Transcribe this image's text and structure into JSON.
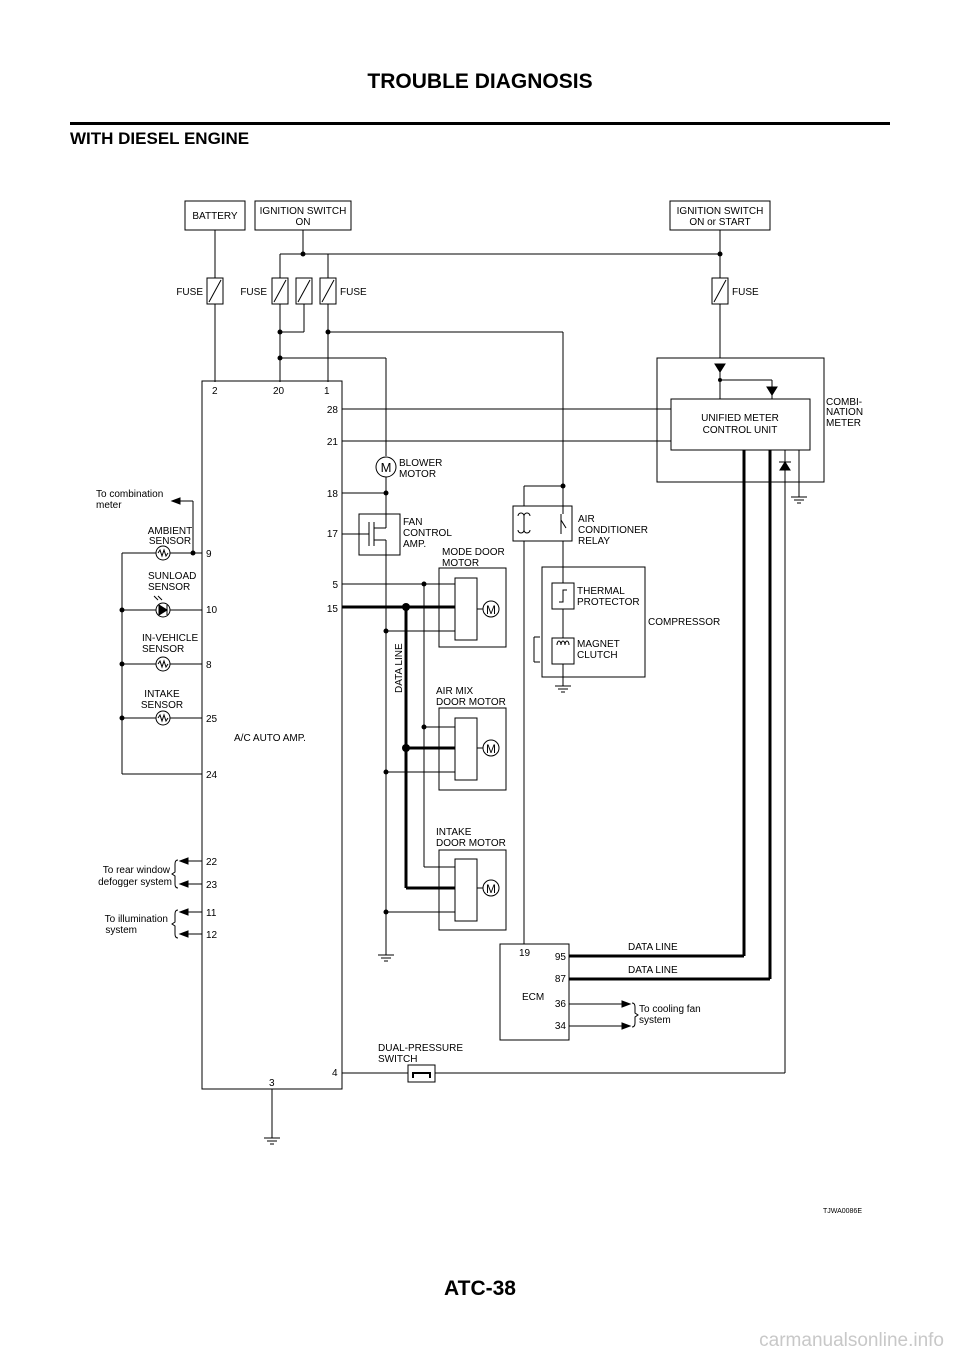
{
  "header": {
    "title": "TROUBLE DIAGNOSIS",
    "section": "WITH DIESEL ENGINE",
    "page": "ATC-38"
  },
  "watermark": "carmanualsonline.info",
  "figure_id": "TJWA0086E",
  "power": {
    "battery": "BATTERY",
    "ign_on_1": "IGNITION SWITCH",
    "ign_on_2": "ON",
    "ign_start_1": "IGNITION SWITCH",
    "ign_start_2": "ON or START",
    "fuse": "FUSE"
  },
  "amp": {
    "label": "A/C AUTO AMP.",
    "pins": {
      "p2": "2",
      "p20": "20",
      "p1": "1",
      "p28": "28",
      "p21": "21",
      "p18": "18",
      "p17": "17",
      "p5": "5",
      "p15": "15",
      "p9": "9",
      "p10": "10",
      "p8": "8",
      "p25": "25",
      "p24": "24",
      "p22": "22",
      "p23": "23",
      "p11": "11",
      "p12": "12",
      "p3": "3",
      "p4": "4"
    }
  },
  "combi": {
    "label_1": "COMBI-",
    "label_2": "NATION",
    "label_3": "METER",
    "unit_1": "UNIFIED METER",
    "unit_2": "CONTROL UNIT"
  },
  "left": {
    "to_combi_1": "To combination",
    "to_combi_2": "meter",
    "ambient_1": "AMBIENT",
    "ambient_2": "SENSOR",
    "sunload_1": "SUNLOAD",
    "sunload_2": "SENSOR",
    "invehicle_1": "IN-VEHICLE",
    "invehicle_2": "SENSOR",
    "intake_1": "INTAKE",
    "intake_2": "SENSOR",
    "rear_1": "To rear window",
    "rear_2": "defogger system",
    "illum_1": "To illumination",
    "illum_2": "system"
  },
  "blower": {
    "label_1": "BLOWER",
    "label_2": "MOTOR",
    "symbol": "M"
  },
  "fan": {
    "label_1": "FAN",
    "label_2": "CONTROL",
    "label_3": "AMP."
  },
  "motors": {
    "mode_1": "MODE DOOR",
    "mode_2": "MOTOR",
    "airmix_1": "AIR MIX",
    "airmix_2": "DOOR MOTOR",
    "intake_1": "INTAKE",
    "intake_2": "DOOR MOTOR",
    "data_line": "DATA LINE"
  },
  "relay": {
    "label_1": "AIR",
    "label_2": "CONDITIONER",
    "label_3": "RELAY"
  },
  "compressor": {
    "label": "COMPRESSOR",
    "thermal_1": "THERMAL",
    "thermal_2": "PROTECTOR",
    "magnet_1": "MAGNET",
    "magnet_2": "CLUTCH"
  },
  "ecm": {
    "label": "ECM",
    "p19": "19",
    "p95": "95",
    "p87": "87",
    "p36": "36",
    "p34": "34",
    "data_line_1": "DATA LINE",
    "data_line_2": "DATA LINE",
    "cool_1": "To cooling fan",
    "cool_2": "system"
  },
  "dual": {
    "label_1": "DUAL-PRESSURE",
    "label_2": "SWITCH"
  }
}
